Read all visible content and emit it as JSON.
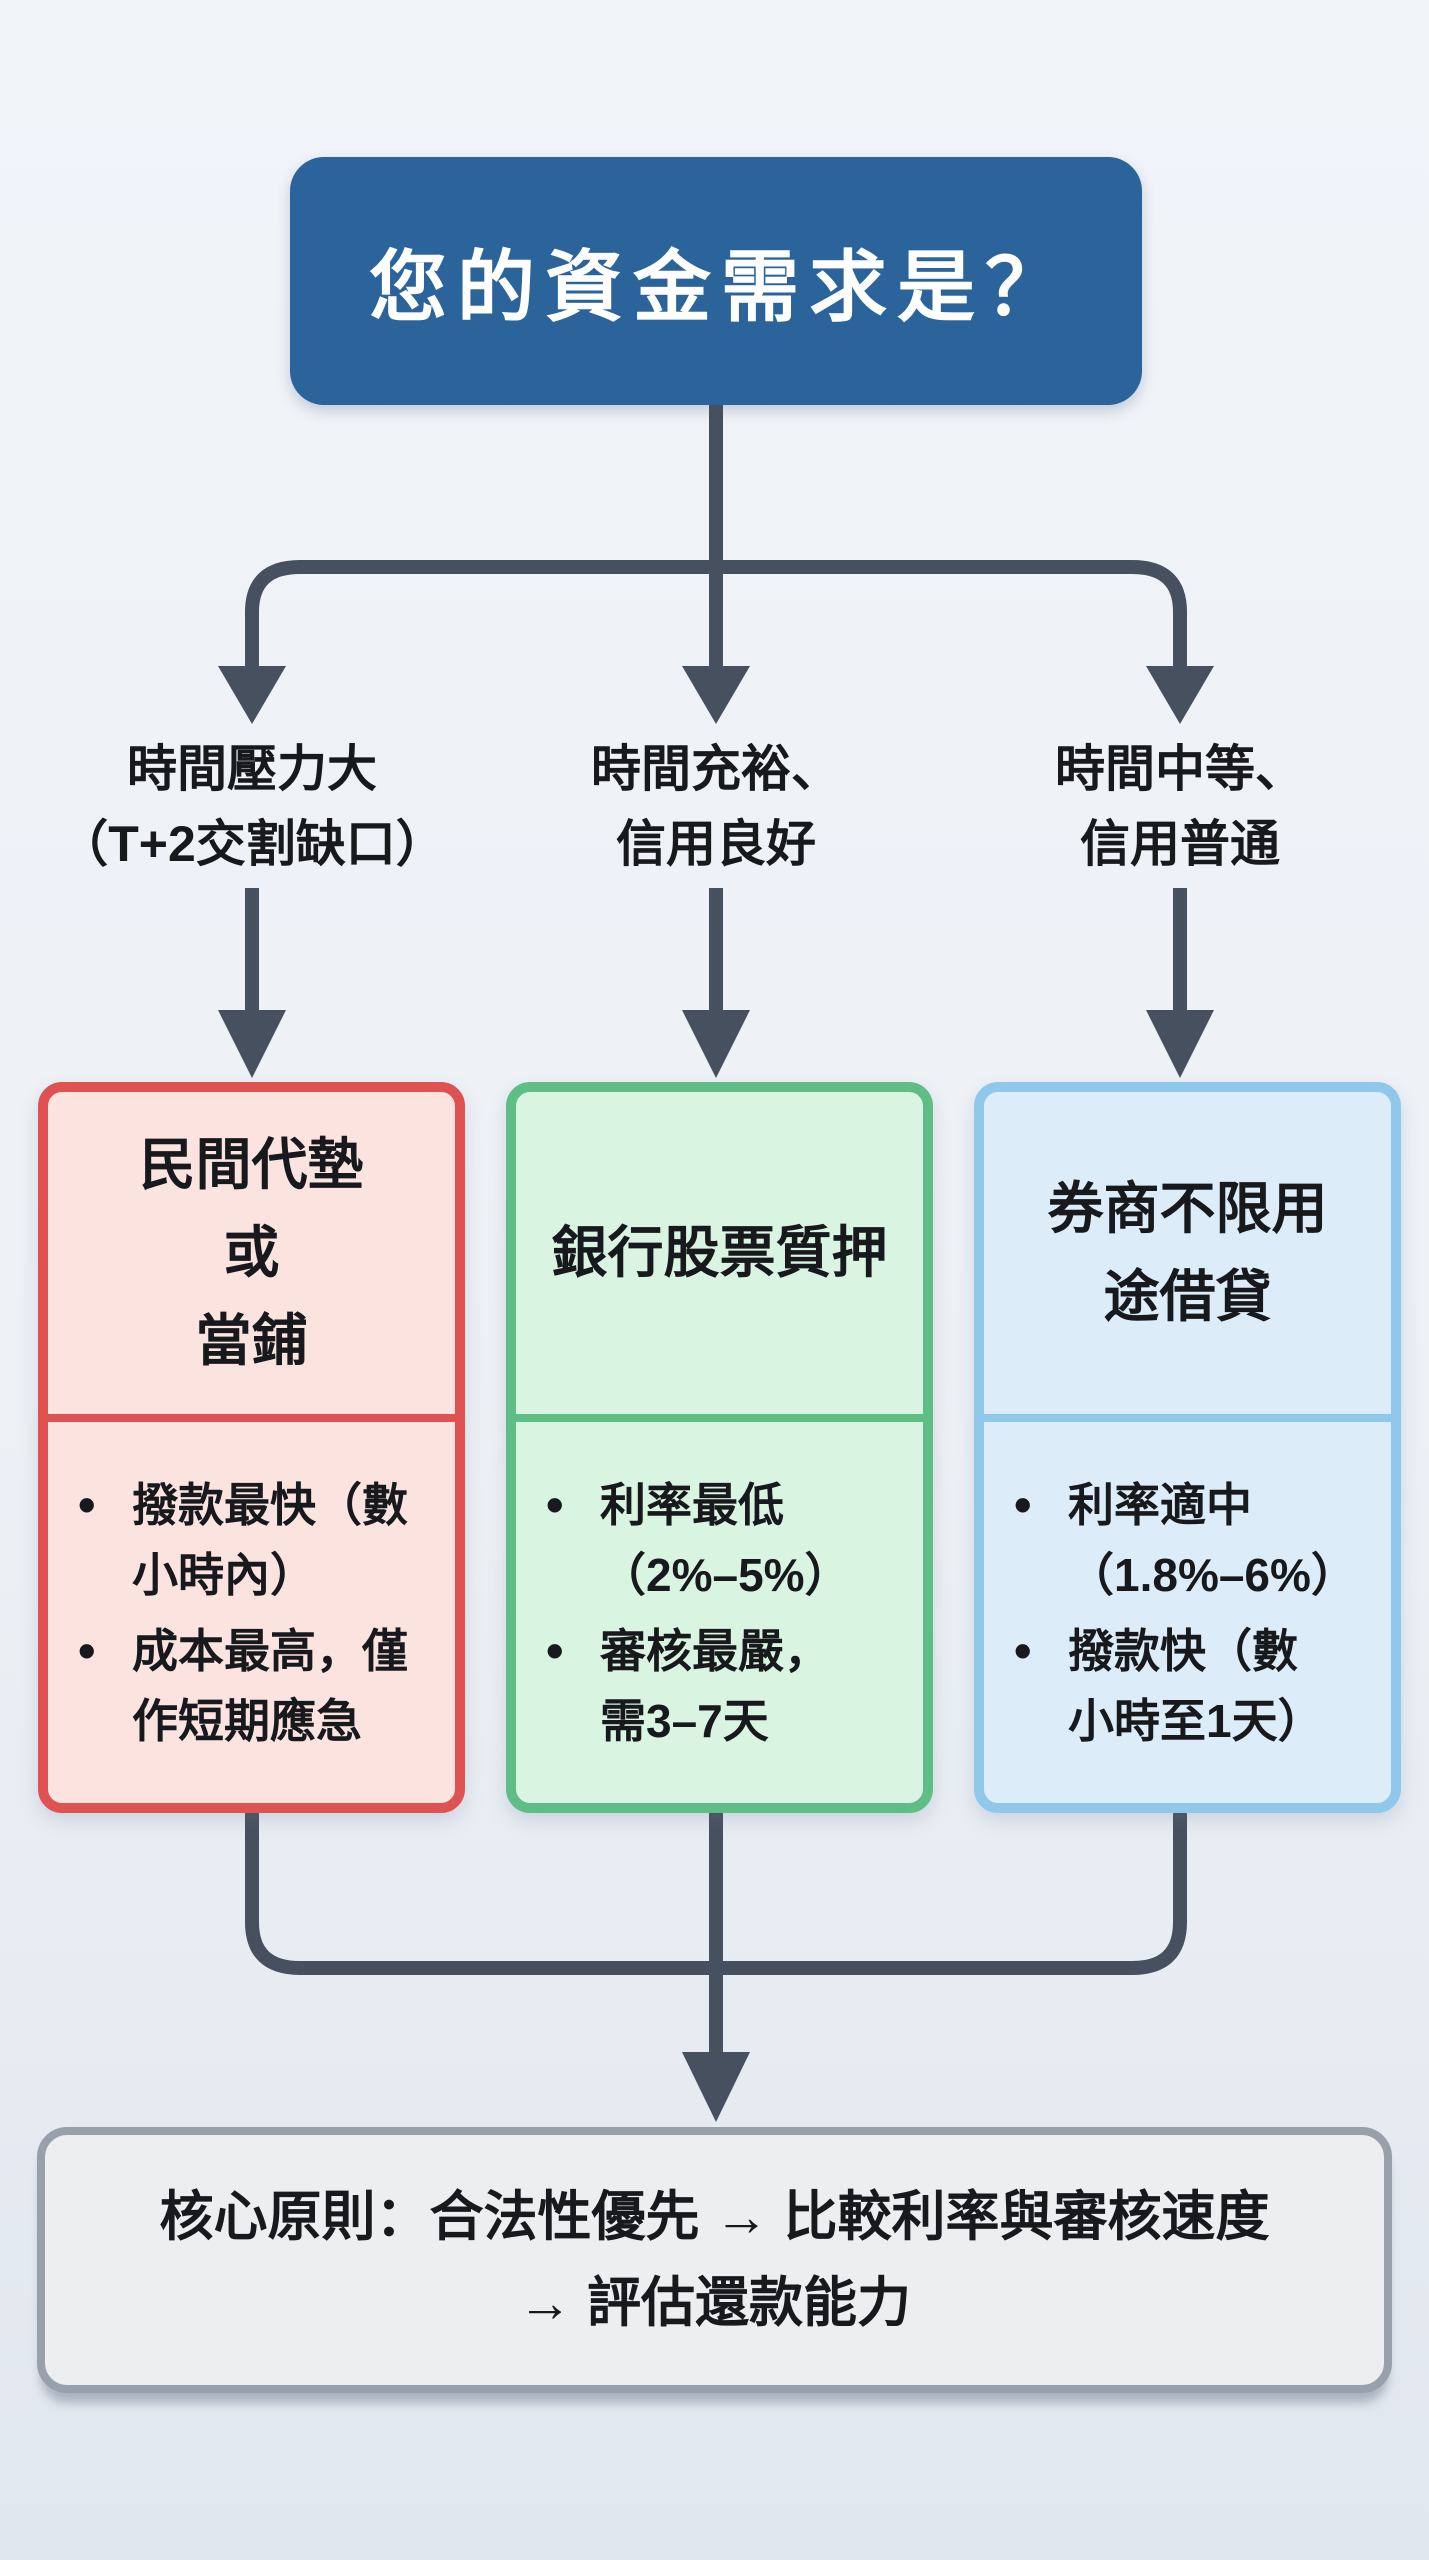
{
  "title": "您的資金需求是？",
  "branches": [
    {
      "label": {
        "line1": "時間壓力大",
        "line2": "（T+2交割缺口）"
      },
      "card": {
        "title_lines": [
          "民間代墊",
          "或",
          "當鋪"
        ],
        "bullets": [
          [
            "撥款最快（數",
            "小時內）"
          ],
          [
            "成本最高，僅",
            "作短期應急"
          ]
        ],
        "border_color": "#df5252",
        "fill_color": "#fbe3e0"
      }
    },
    {
      "label": {
        "line1": "時間充裕、",
        "line2": "信用良好"
      },
      "card": {
        "title_lines": [
          "銀行股票質押"
        ],
        "bullets": [
          [
            "利率最低",
            "（2%–5%）"
          ],
          [
            "審核最嚴，",
            "需3–7天"
          ]
        ],
        "border_color": "#5fbe86",
        "fill_color": "#daf4e2"
      }
    },
    {
      "label": {
        "line1": "時間中等、",
        "line2": "信用普通"
      },
      "card": {
        "title_lines": [
          "券商不限用",
          "途借貸"
        ],
        "bullets": [
          [
            "利率適中",
            "（1.8%–6%）"
          ],
          [
            "撥款快（數",
            "小時至1天）"
          ]
        ],
        "border_color": "#90c8ec",
        "fill_color": "#dcedf9"
      }
    }
  ],
  "footer": {
    "line1": "核心原則：合法性優先 → 比較利率與審核速度",
    "line2": "→ 評估還款能力"
  },
  "icons": {
    "bullet": "•"
  },
  "colors": {
    "page_bg": "#edf1f6",
    "title_bg": "#2b639b",
    "title_text": "#ffffff",
    "connector": "#46505e",
    "text": "#17191d",
    "footer_bg": "#eceef0",
    "footer_border": "#98a1ab"
  }
}
